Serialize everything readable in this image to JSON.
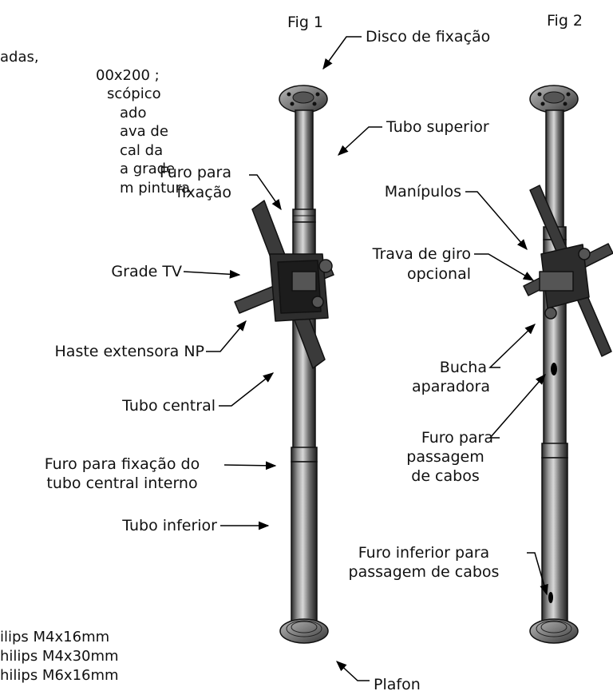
{
  "figures": {
    "fig1": "Fig 1",
    "fig2": "Fig 2"
  },
  "left_text_fragments": [
    "adas,",
    "00x200 ;",
    "scópico",
    "ado",
    "ava de",
    "cal da",
    "a grade",
    "m pintura"
  ],
  "screw_fragments": [
    "ilips M4x16mm",
    "hilips M4x30mm",
    "hilips M6x16mm"
  ],
  "labels": {
    "disco": "Disco de fixação",
    "tubo_superior": "Tubo superior",
    "furo_para": "Furo para",
    "fixacao": "fixação",
    "manipulos": "Manípulos",
    "grade_tv": "Grade TV",
    "trava_giro": "Trava de giro",
    "opcional": "opcional",
    "haste": "Haste extensora NP",
    "bucha": "Bucha",
    "aparadora": "aparadora",
    "tubo_central": "Tubo central",
    "furo_para_2": "Furo para",
    "passagem": "passagem",
    "de_cabos": "de cabos",
    "furo_fix_central_1": "Furo para fixação do",
    "furo_fix_central_2": "tubo central interno",
    "tubo_inferior": "Tubo inferior",
    "furo_inferior_1": "Furo inferior para",
    "furo_inferior_2": "passagem de cabos",
    "plafon": "Plafon"
  }
}
